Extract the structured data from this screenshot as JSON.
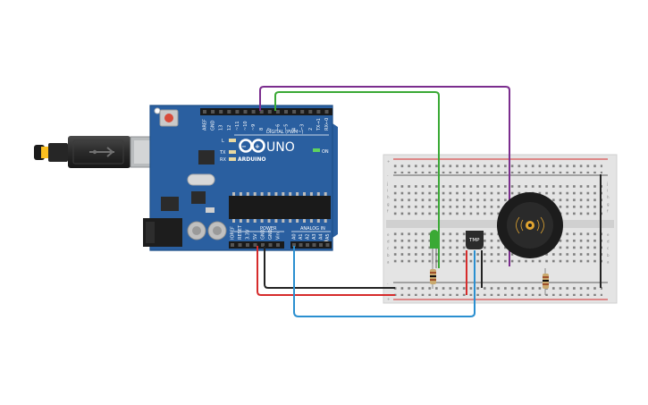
{
  "board": {
    "brand": "ARDUINO",
    "model": "UNO",
    "digital_header_label": "DIGITAL (PWM~)",
    "power_label": "POWER",
    "analog_label": "ANALOG IN",
    "on_label": "ON",
    "tx_label": "TX",
    "rx_label": "RX",
    "l_label": "L",
    "digital_pins": [
      "AREF",
      "GND",
      "13",
      "12",
      "~11",
      "~10",
      "~9",
      "8",
      "7",
      "~6",
      "~5",
      "4",
      "~3",
      "2",
      "TX→1",
      "RX←0"
    ],
    "power_pins": [
      "IOREF",
      "RESET",
      "3.3V",
      "5V",
      "GND",
      "GND",
      "Vin"
    ],
    "analog_pins": [
      "A0",
      "A1",
      "A2",
      "A3",
      "A4",
      "A5"
    ]
  },
  "breadboard": {
    "row_letters_top": [
      "j",
      "i",
      "h",
      "g",
      "f"
    ],
    "row_letters_bottom": [
      "e",
      "d",
      "c",
      "b",
      "a"
    ],
    "plus": "+",
    "minus": "-"
  },
  "components": {
    "sensor_label": "TMP",
    "buzzer": "piezo-buzzer",
    "led_color": "#3aa935"
  },
  "wires": {
    "purple": "#7b2d8e",
    "green": "#3aa935",
    "red": "#d62b2b",
    "black": "#222222",
    "blue": "#2a8fd0"
  }
}
